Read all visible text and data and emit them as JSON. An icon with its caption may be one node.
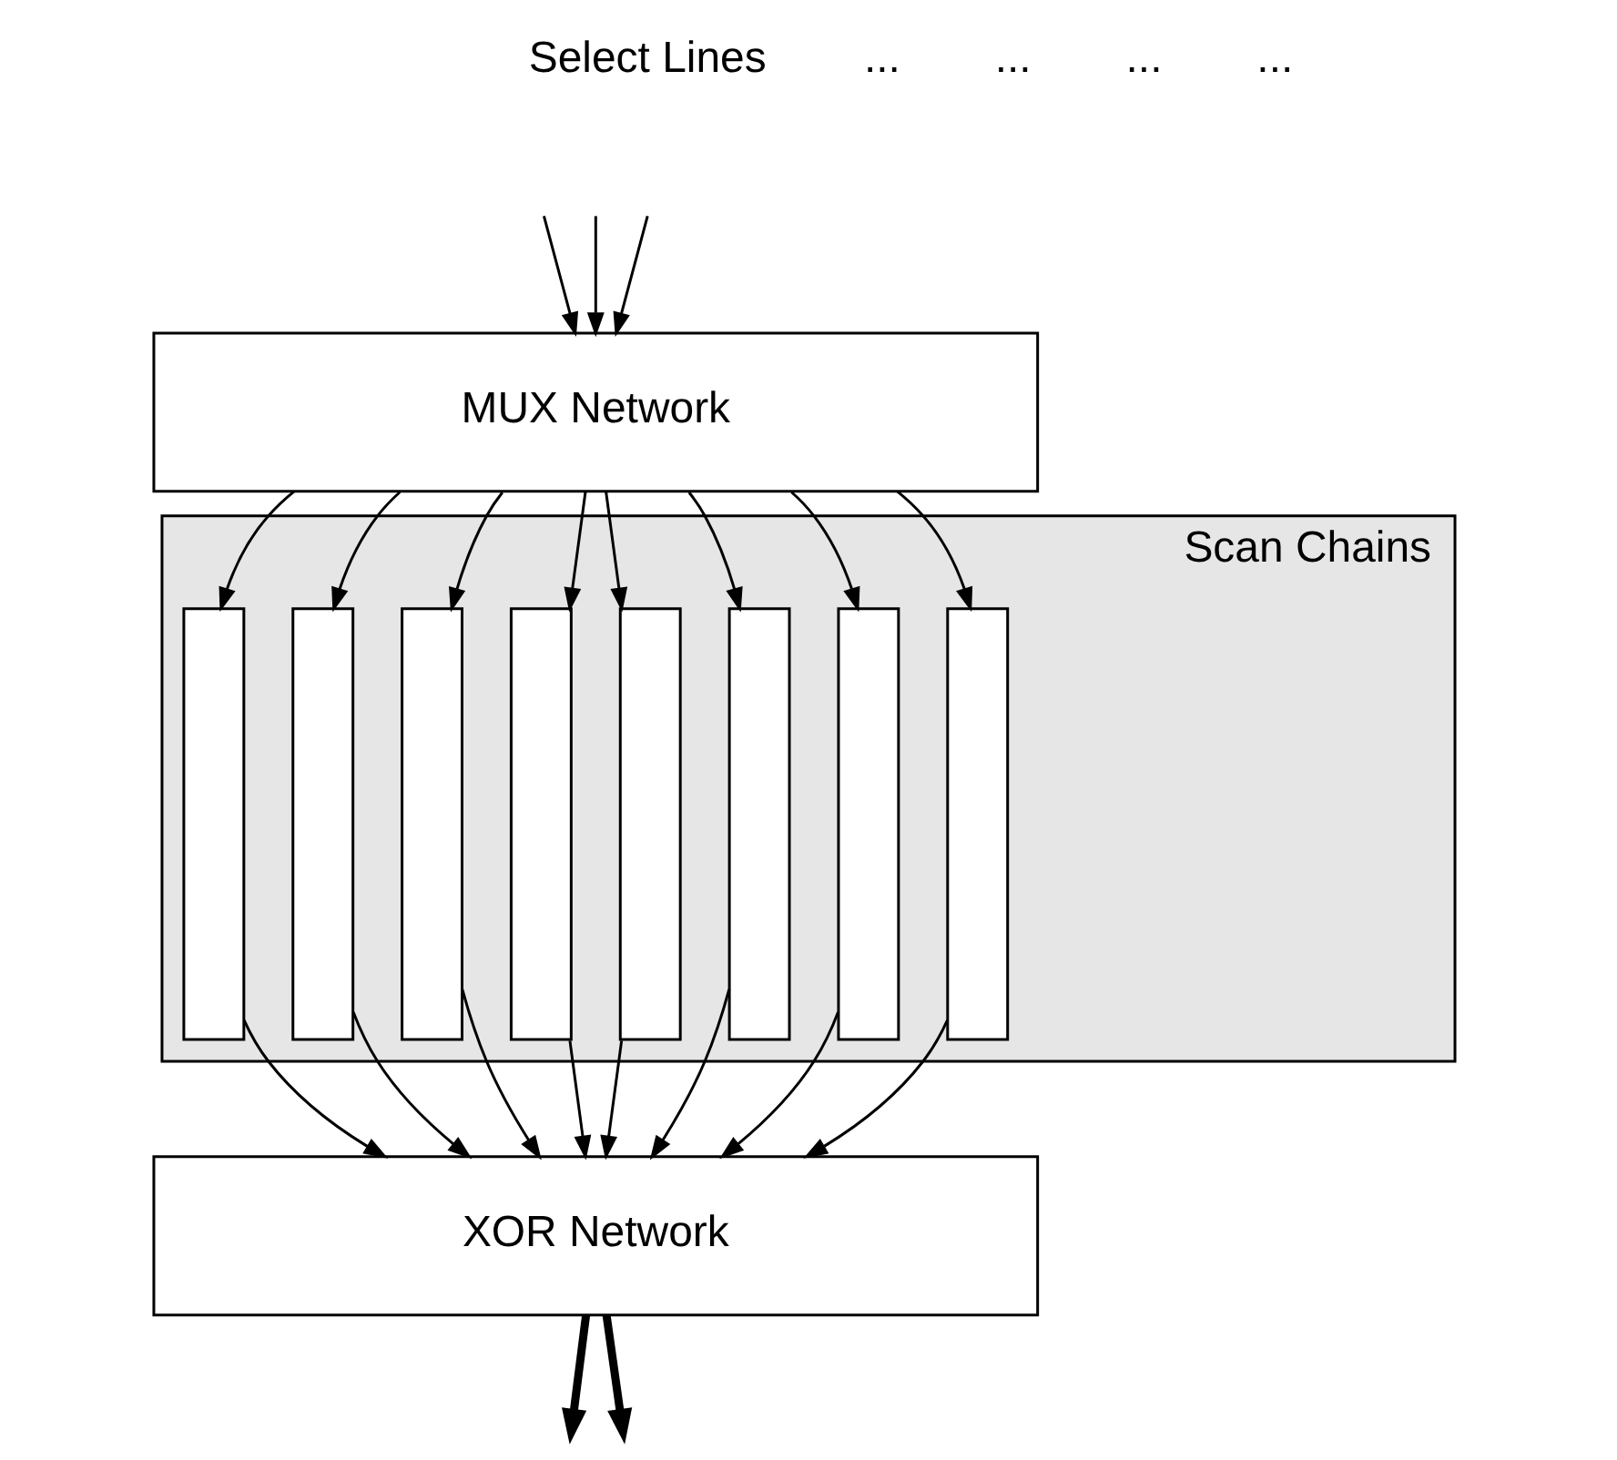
{
  "diagram": {
    "nodes": [
      {
        "text": [
          "MUX Network"
        ]
      },
      {
        "text": [
          "Scan Chains"
        ]
      },
      {
        "text": [],
        "shape": "bar",
        "in": 1
      },
      {
        "text": [],
        "shape": "bar",
        "in": 1
      },
      {
        "text": [],
        "shape": "bar",
        "in": 1
      },
      {
        "text": [],
        "shape": "bar",
        "in": 1
      },
      {
        "text": [],
        "shape": "bar",
        "in": 1
      },
      {
        "text": [],
        "shape": "bar",
        "in": 1
      },
      {
        "text": [],
        "shape": "bar",
        "in": 1
      },
      {
        "text": [],
        "shape": "bar",
        "in": 1
      },
      {
        "text": [
          "XOR Network"
        ]
      }
    ],
    "edges": [
      {
        "from": null,
        "to": 0,
        "arrow": "to"
      },
      {
        "from": null,
        "to": 0,
        "arrow": "to"
      },
      {
        "from": null,
        "to": 0,
        "arrow": "to"
      },
      {
        "from": 0,
        "to": 2,
        "arrow": "to"
      },
      {
        "from": 0,
        "to": 3,
        "arrow": "to"
      },
      {
        "from": 0,
        "to": 4,
        "arrow": "to"
      },
      {
        "from": 0,
        "to": 5,
        "arrow": "to"
      },
      {
        "from": 0,
        "to": 6,
        "arrow": "to"
      },
      {
        "from": 0,
        "to": 7,
        "arrow": "to"
      },
      {
        "from": 0,
        "to": 8,
        "arrow": "to"
      },
      {
        "from": 0,
        "to": 9,
        "arrow": "to"
      },
      {
        "from": 2,
        "to": 10,
        "arrow": "to"
      },
      {
        "from": 3,
        "to": 10,
        "arrow": "to"
      },
      {
        "from": 4,
        "to": 10,
        "arrow": "to"
      },
      {
        "from": 5,
        "to": 10,
        "arrow": "to"
      },
      {
        "from": 6,
        "to": 10,
        "arrow": "to"
      },
      {
        "from": 7,
        "to": 10,
        "arrow": "to"
      },
      {
        "from": 8,
        "to": 10,
        "arrow": "to"
      },
      {
        "from": 9,
        "to": 10,
        "arrow": "to"
      },
      {
        "from": 10,
        "to": null,
        "arrow": "to",
        "style": "thick"
      },
      {
        "from": 10,
        "to": null,
        "arrow": "to",
        "style": "thick"
      }
    ],
    "labels": [
      "Select Lines",
      "...",
      "...",
      "...",
      "..."
    ]
  }
}
